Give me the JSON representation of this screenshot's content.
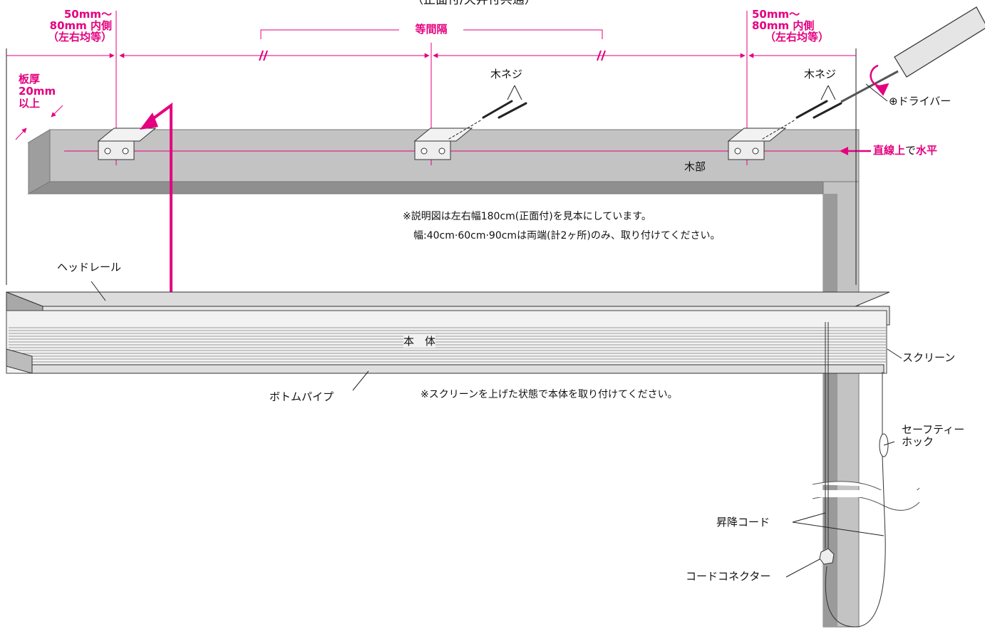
{
  "header": {
    "text": "（正面付/天井付共通）"
  },
  "dimensions": {
    "left_offset": [
      "50mm〜",
      "80mm 内側",
      "（左右均等）"
    ],
    "right_offset": [
      "50mm〜",
      "80mm 内側",
      "（左右均等）"
    ],
    "equal_spacing": "等間隔",
    "board_thickness": [
      "板厚",
      "20mm",
      "以上"
    ]
  },
  "labels": {
    "wood_screw_center": "木ネジ",
    "wood_screw_right": "木ネジ",
    "driver": "⊕ドライバー",
    "level": {
      "part1": "直線上",
      "part2": "で",
      "part3": "水平"
    },
    "wood_part": "木部",
    "note_1": "※説明図は左右幅180cm(正面付)を見本にしています。",
    "note_2": "幅:40cm·60cm·90cmは両端(計2ヶ所)のみ、取り付けてください。",
    "head_rail": "ヘッドレール",
    "body": "本　体",
    "screen": "スクリーン",
    "bottom_pipe": "ボトムパイプ",
    "note_3": "※スクリーンを上げた状態で本体を取り付けてください。",
    "safety_hook": [
      "セーフティー",
      "ホック"
    ],
    "lift_cord": "昇降コード",
    "cord_connector": "コードコネクター"
  },
  "colors": {
    "accent": "#e4007f",
    "frame": "#bfbfbf",
    "frame_dark": "#8c8c8c",
    "ink": "#222222"
  }
}
